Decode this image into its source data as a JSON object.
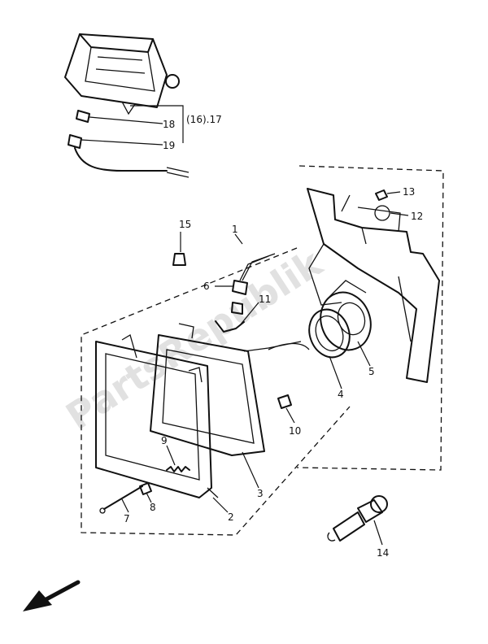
{
  "watermark": "PartsRepublik",
  "callouts": {
    "c1": "1",
    "c2": "2",
    "c3": "3",
    "c4": "4",
    "c5": "5",
    "c6": "6",
    "c7": "7",
    "c8": "8",
    "c9": "9",
    "c10": "10",
    "c11": "11",
    "c12": "12",
    "c13": "13",
    "c14": "14",
    "c15": "15",
    "c18": "18",
    "c19": "19",
    "c1617": "(16).17"
  },
  "icons": {
    "front_arrow": "direction-arrow-icon"
  }
}
